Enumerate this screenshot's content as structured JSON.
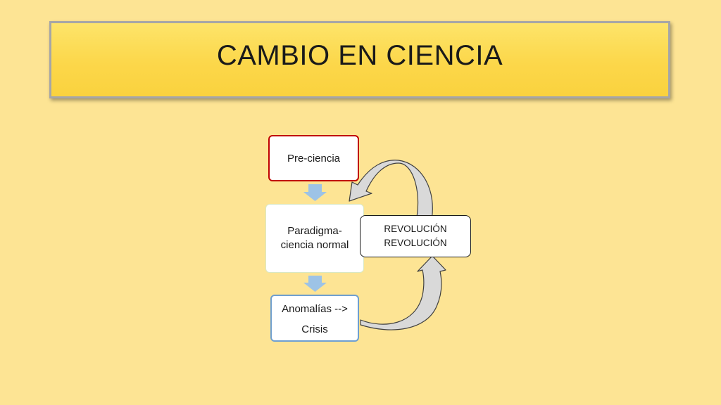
{
  "title": "CAMBIO EN CIENCIA",
  "nodes": {
    "pre_ciencia": "Pre-ciencia",
    "paradigma": [
      "Paradigma-",
      "ciencia normal"
    ],
    "anomalias": [
      "Anomalías -->",
      "Crisis"
    ],
    "revolucion": [
      "REVOLUCIÓN",
      "REVOLUCIÓN"
    ]
  },
  "colors": {
    "background": "#fde494",
    "banner": "#fcd74a",
    "pre_ciencia_border": "#c00000",
    "anomalias_border": "#6f9fd0",
    "down_arrow": "#9dc3e6",
    "curved_arrow": "#d9d9d9"
  }
}
